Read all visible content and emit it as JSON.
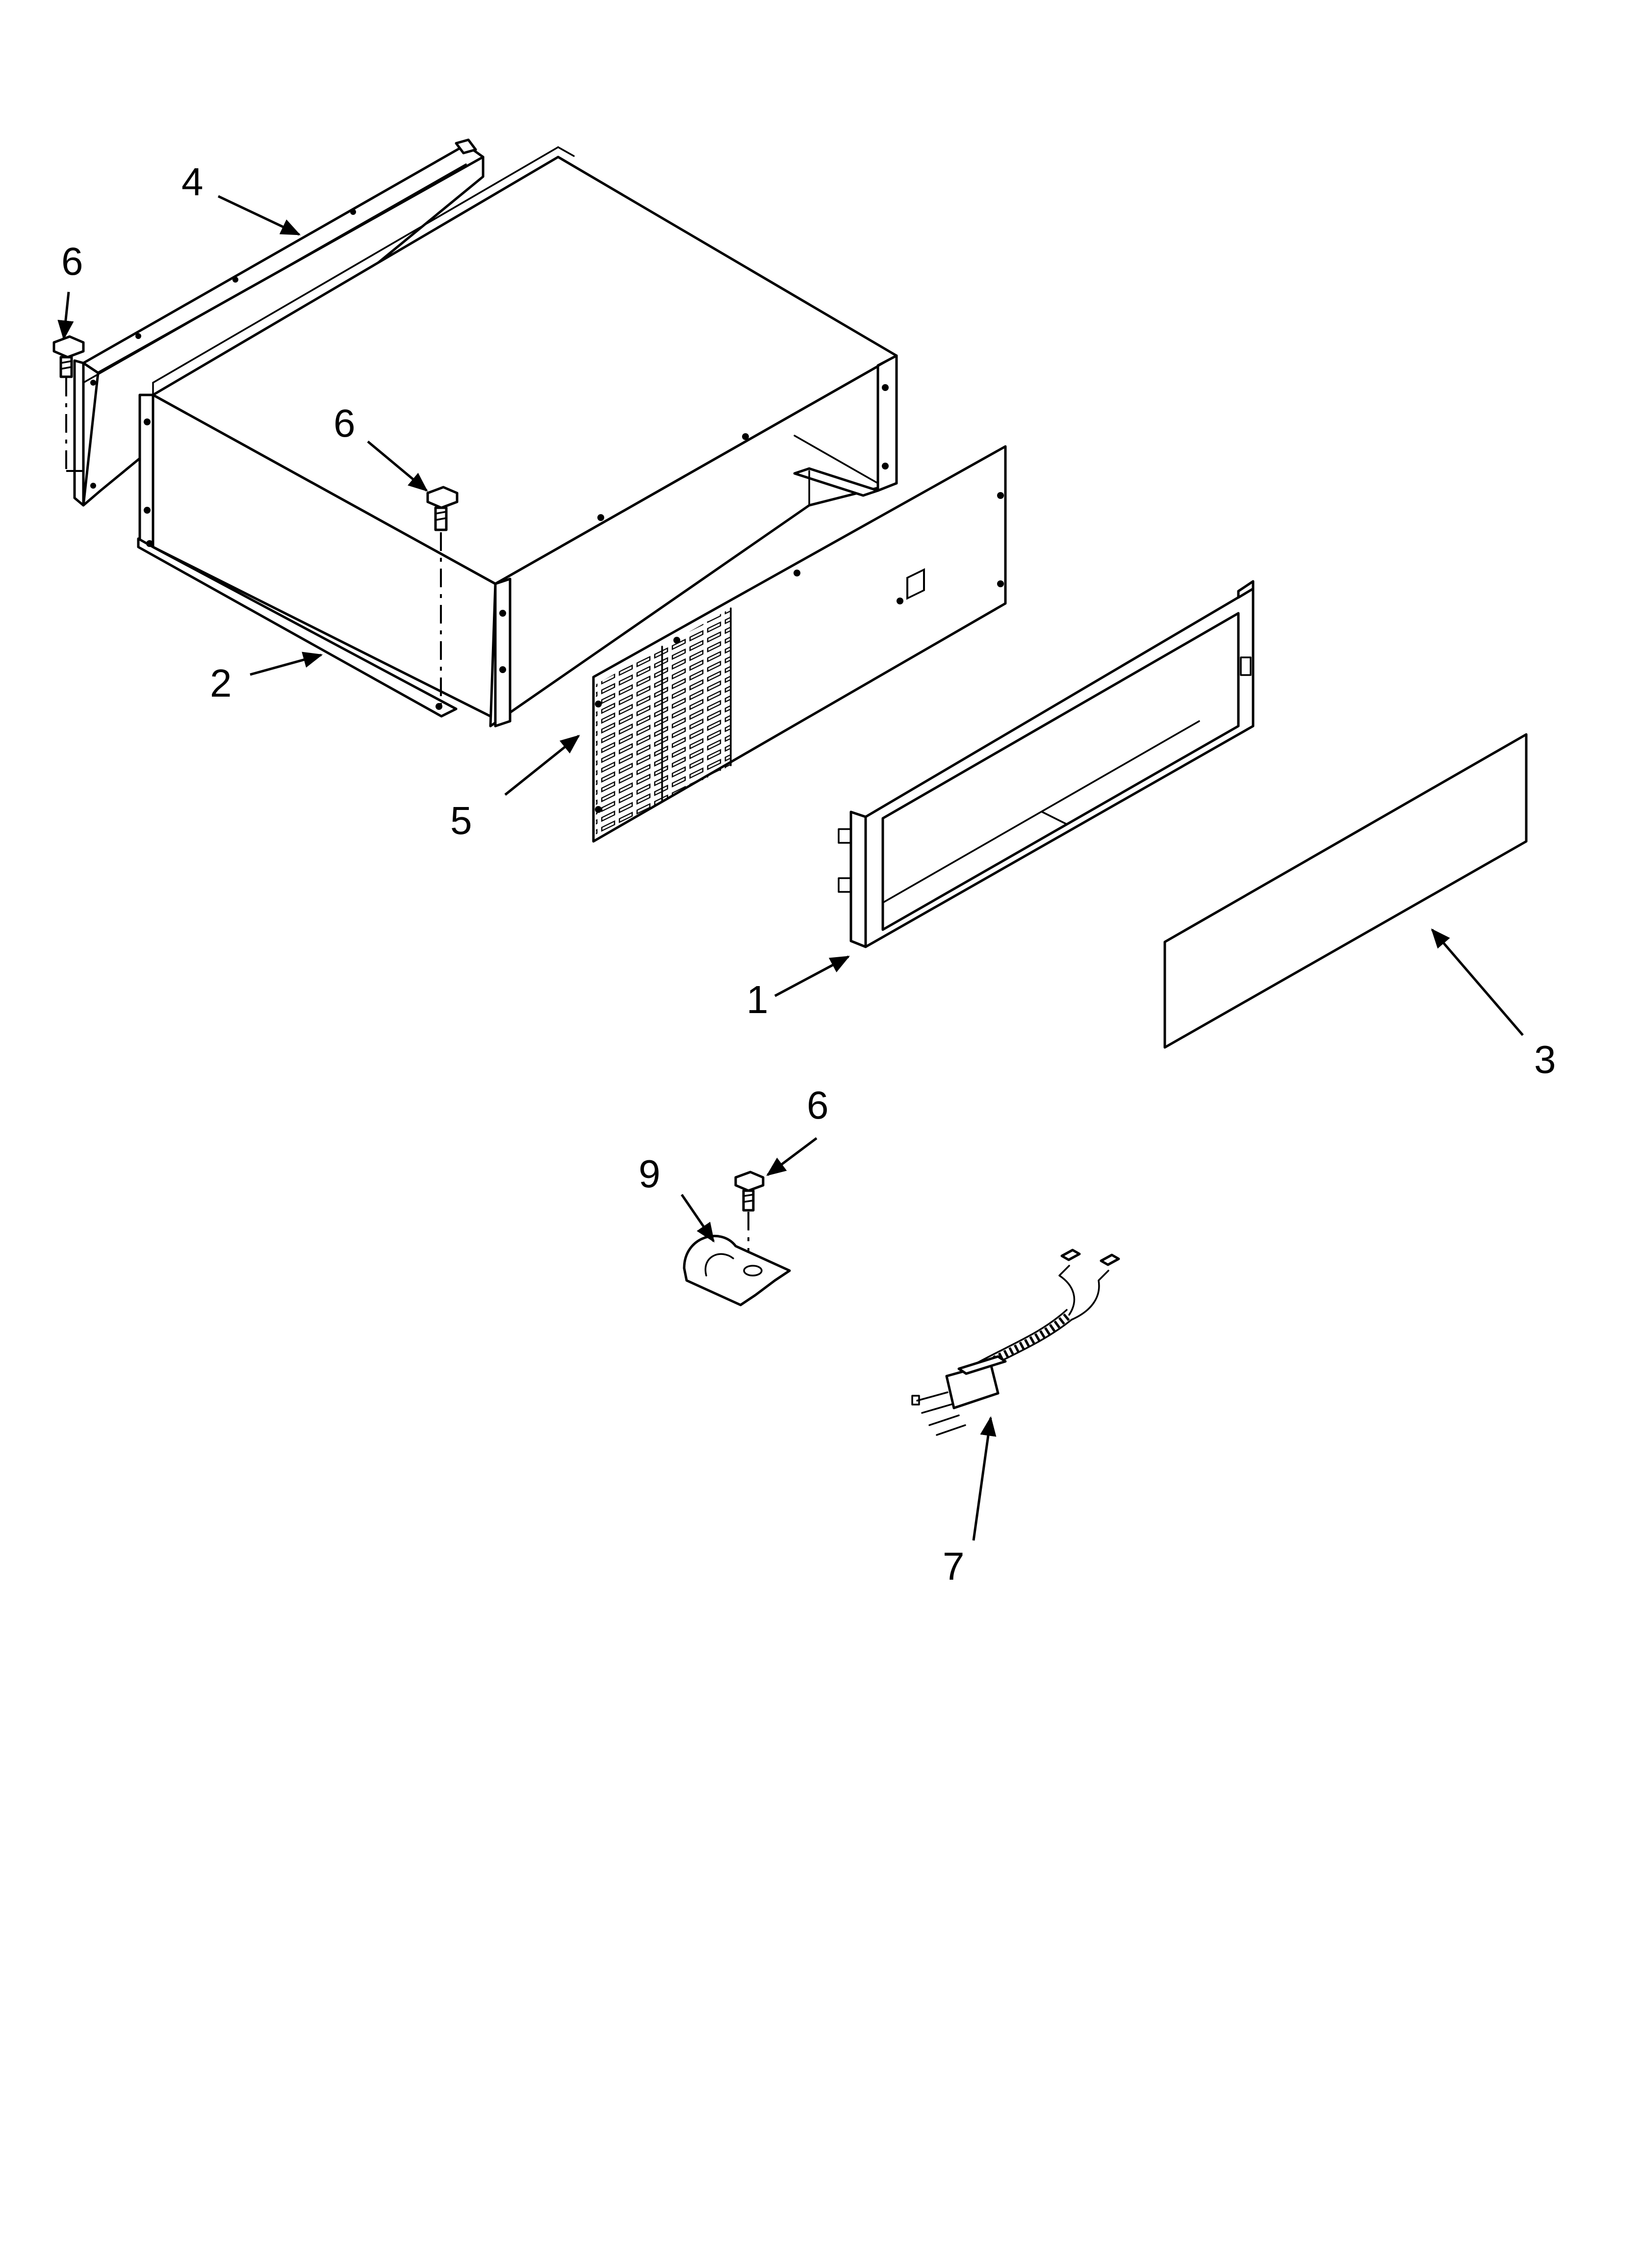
{
  "callouts": {
    "part_1": "1",
    "part_2": "2",
    "part_3": "3",
    "part_4": "4",
    "part_5": "5",
    "part_6_top_left": "6",
    "part_6_center": "6",
    "part_6_lower": "6",
    "part_7": "7",
    "part_9": "9"
  }
}
